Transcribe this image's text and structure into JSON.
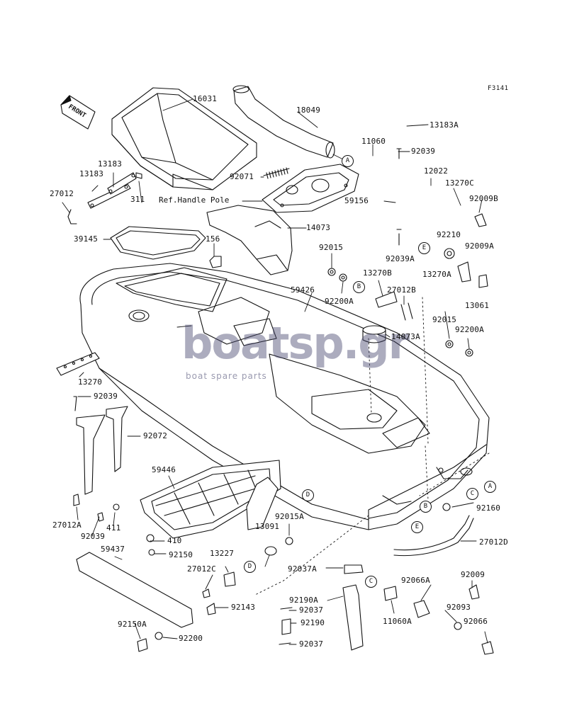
{
  "figure_code": "F3141",
  "front_arrow_label": "FRONT",
  "ref_label": "Ref.Handle Pole",
  "watermark": {
    "main": "boatsp.gr",
    "tagline": "boat spare parts"
  },
  "callouts": {
    "A": "A",
    "B": "B",
    "C": "C",
    "D": "D",
    "E": "E"
  },
  "parts": {
    "p16031": "16031",
    "p18049": "18049",
    "p13183A": "13183A",
    "p11060": "11060",
    "p92039a": "92039",
    "p12022": "12022",
    "p13270C": "13270C",
    "p92009B": "92009B",
    "p59156": "59156",
    "p92071": "92071",
    "p13183a": "13183",
    "p13183b": "13183",
    "p27012": "27012",
    "p311": "311",
    "p14073": "14073",
    "p39145": "39145",
    "p156": "156",
    "p92210": "92210",
    "p92009A": "92009A",
    "p92015a": "92015",
    "p92039A": "92039A",
    "p13270B": "13270B",
    "p13270A": "13270A",
    "p59426": "59426",
    "p92200A_a": "92200A",
    "p27012B": "27012B",
    "p13061": "13061",
    "p92015b": "92015",
    "p92200A_b": "92200A",
    "p14073A": "14073A",
    "p13270": "13270",
    "p92039b": "92039",
    "p92072": "92072",
    "p59446": "59446",
    "p27012A": "27012A",
    "p411": "411",
    "p92039c": "92039",
    "p410": "410",
    "p92015A": "92015A",
    "p13091": "13091",
    "p92160": "92160",
    "p27012D": "27012D",
    "p59437": "59437",
    "p92150": "92150",
    "p13227": "13227",
    "p27012C": "27012C",
    "p92037A": "92037A",
    "p92009": "92009",
    "p92066A": "92066A",
    "p92190A": "92190A",
    "p92093": "92093",
    "p92143": "92143",
    "p92037a": "92037",
    "p11060A": "11060A",
    "p92190": "92190",
    "p92066": "92066",
    "p92150A": "92150A",
    "p92200": "92200",
    "p92037b": "92037"
  }
}
